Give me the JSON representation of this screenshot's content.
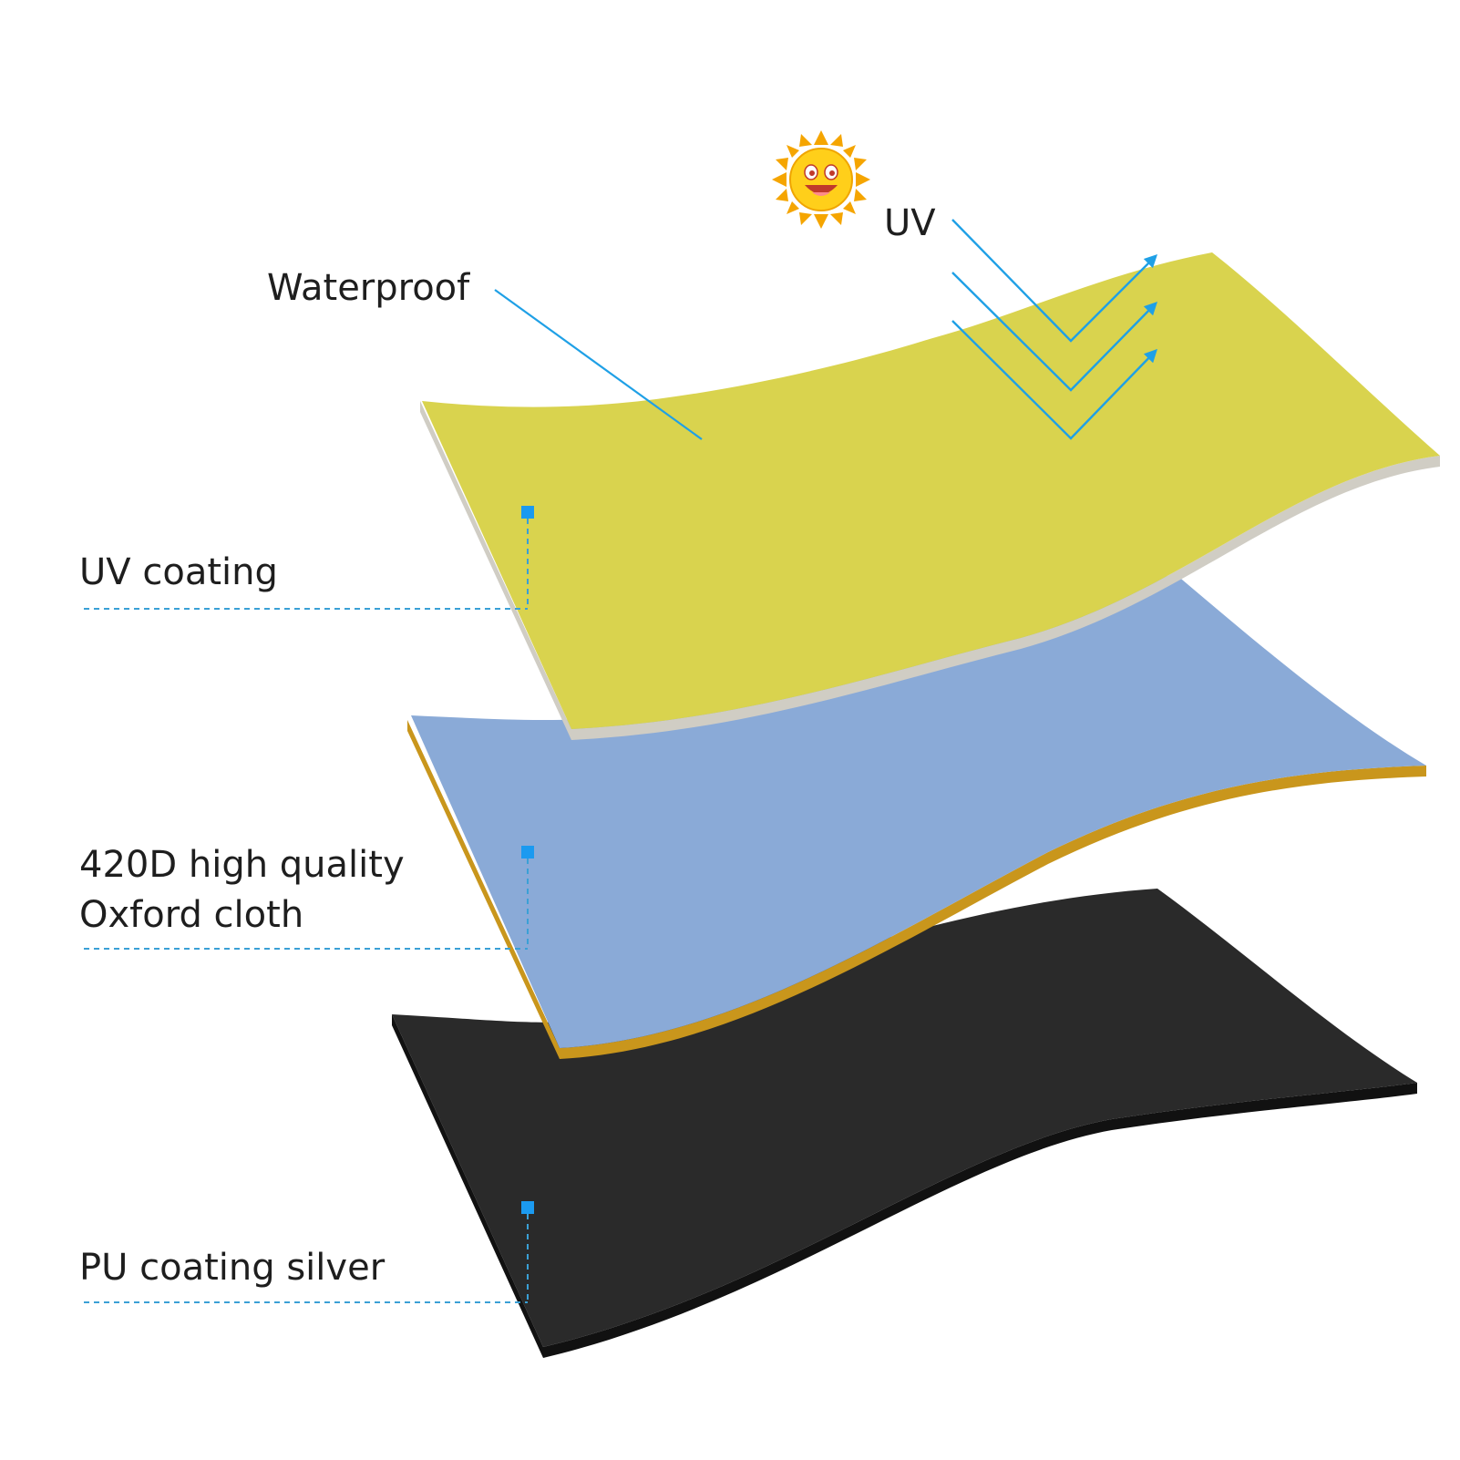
{
  "colors": {
    "background": "#ffffff",
    "uv_layer_top": "#d9d34e",
    "uv_layer_edge": "#d0cdc4",
    "oxford_layer_top": "#8aaad7",
    "oxford_layer_edge": "#c9961c",
    "pu_layer_top": "#2a2a2a",
    "pu_layer_edge": "#111111",
    "callout_line": "#1fa0e6",
    "dashed_leader": "#3aa0d6",
    "marker": "#1b9af0",
    "sun_body": "#ffcf1a",
    "sun_rays": "#f5a500",
    "text": "#1e1e1e"
  },
  "labels": {
    "uv": "UV",
    "waterproof": "Waterproof",
    "uv_coating": "UV coating",
    "oxford_line1": "420D high quality",
    "oxford_line2": "Oxford cloth",
    "pu_coating": "PU coating silver"
  },
  "icons": {
    "sun": "smiling-sun-icon",
    "markers": "square-marker-icon"
  }
}
